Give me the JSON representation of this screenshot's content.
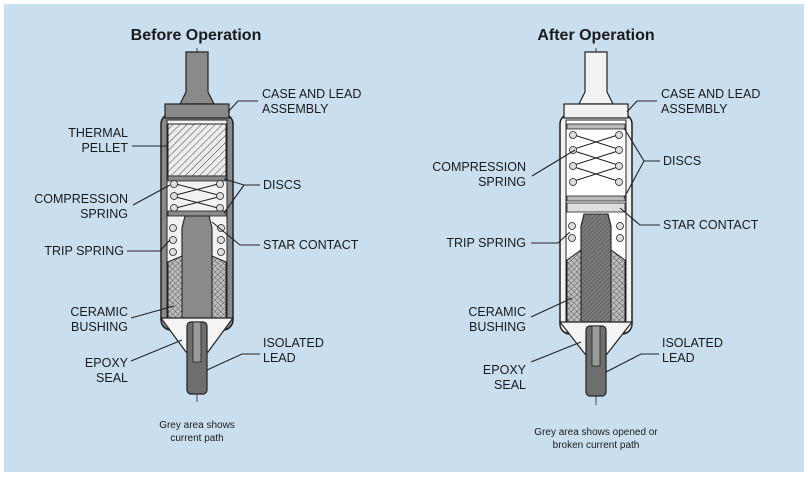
{
  "colors": {
    "panel_bg": "#c9dff0",
    "current_grey": "#8a8a8a",
    "dark_grey": "#6e6e6e",
    "light_body": "#f2f2f2",
    "hatch": "#555555",
    "outline": "#222222"
  },
  "before": {
    "title": "Before Operation",
    "labels": {
      "case_lead_1": "CASE AND LEAD",
      "case_lead_2": "ASSEMBLY",
      "thermal_1": "THERMAL",
      "thermal_2": "PELLET",
      "compression_1": "COMPRESSION",
      "compression_2": "SPRING",
      "discs": "DISCS",
      "trip_spring": "TRIP SPRING",
      "star_contact": "STAR CONTACT",
      "ceramic_1": "CERAMIC",
      "ceramic_2": "BUSHING",
      "epoxy_1": "EPOXY",
      "epoxy_2": "SEAL",
      "isolated_1": "ISOLATED",
      "isolated_2": "LEAD"
    },
    "caption_1": "Grey area shows",
    "caption_2": "current path"
  },
  "after": {
    "title": "After Operation",
    "labels": {
      "case_lead_1": "CASE AND LEAD",
      "case_lead_2": "ASSEMBLY",
      "compression_1": "COMPRESSION",
      "compression_2": "SPRING",
      "discs": "DISCS",
      "trip_spring": "TRIP SPRING",
      "star_contact": "STAR CONTACT",
      "ceramic_1": "CERAMIC",
      "ceramic_2": "BUSHING",
      "epoxy_1": "EPOXY",
      "epoxy_2": "SEAL",
      "isolated_1": "ISOLATED",
      "isolated_2": "LEAD"
    },
    "caption_1": "Grey area shows opened or",
    "caption_2": "broken current path"
  }
}
